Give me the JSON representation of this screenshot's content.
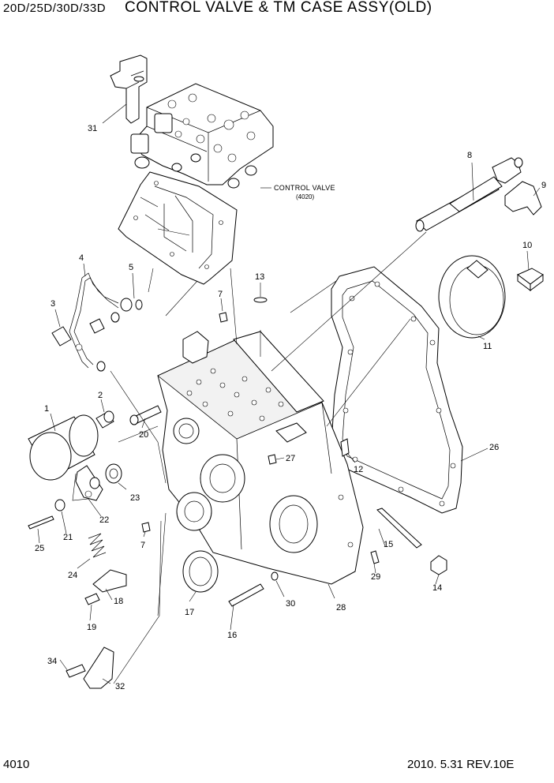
{
  "header": {
    "model": "20D/25D/30D/33D",
    "title": "CONTROL VALVE & TM CASE ASSY(OLD)"
  },
  "footer": {
    "page": "4010",
    "revision": "2010. 5.31 REV.10E"
  },
  "control_valve_label": {
    "name": "CONTROL  VALVE",
    "ref": "(4020)"
  },
  "callouts": [
    "1",
    "2",
    "3",
    "4",
    "5",
    "7",
    "7",
    "8",
    "9",
    "10",
    "11",
    "12",
    "13",
    "14",
    "15",
    "16",
    "17",
    "18",
    "19",
    "20",
    "21",
    "22",
    "23",
    "24",
    "25",
    "26",
    "27",
    "28",
    "29",
    "30",
    "31",
    "32",
    "34"
  ]
}
